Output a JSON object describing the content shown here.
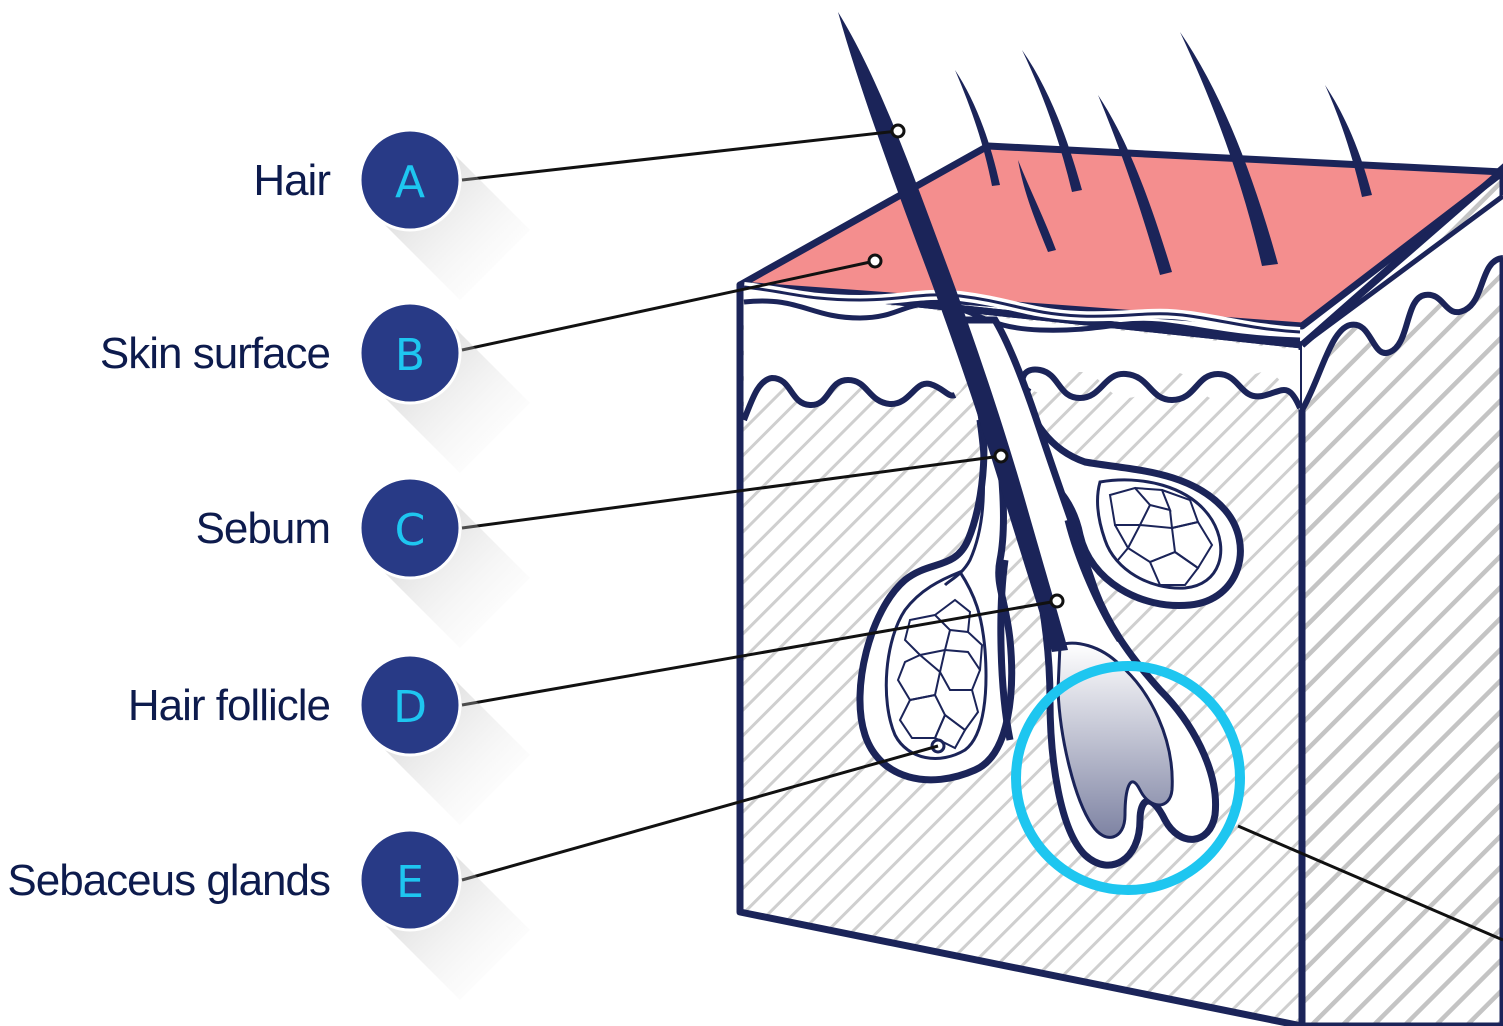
{
  "labels": [
    {
      "letter": "A",
      "text": "Hair"
    },
    {
      "letter": "B",
      "text": "Skin surface"
    },
    {
      "letter": "C",
      "text": "Sebum"
    },
    {
      "letter": "D",
      "text": "Hair follicle"
    },
    {
      "letter": "E",
      "text": "Sebaceus glands"
    }
  ],
  "colors": {
    "navy": "#1b2459",
    "badge": "#283a86",
    "badge_letter": "#1ec6f0",
    "skin": "#f48e8e",
    "highlight_ring": "#1ec6f0",
    "hatch": "#cfcfcf"
  }
}
